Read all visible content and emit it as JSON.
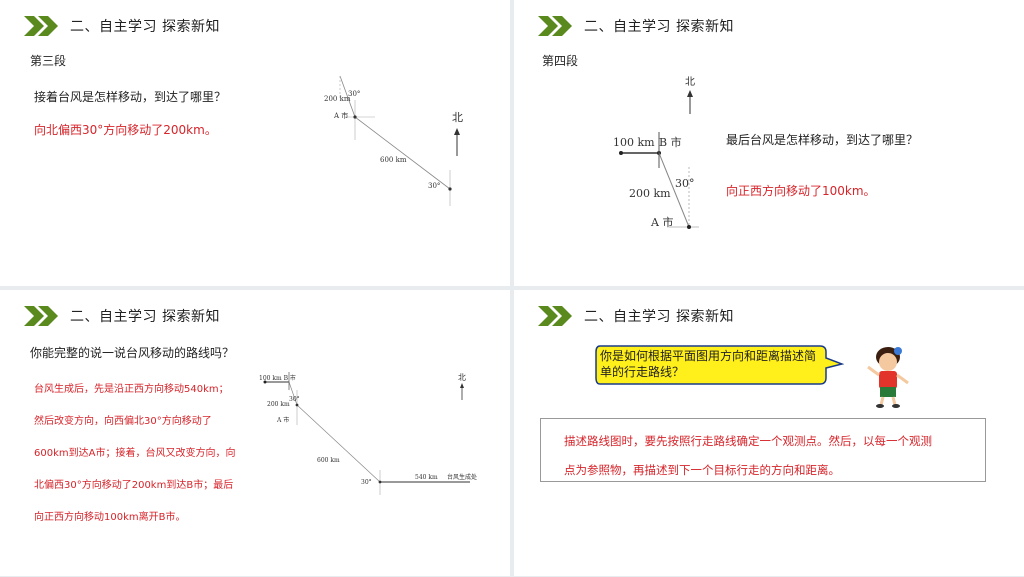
{
  "header_title": "二、自主学习 探索新知",
  "accent_green": "#5a8a1e",
  "accent_red": "#d6242a",
  "slide1": {
    "section": "第三段",
    "question": "接着台风是怎样移动，到达了哪里？",
    "answer": "向北偏西30°方向移动了200km。",
    "diagram": {
      "dist_200": "200 km",
      "angle_top": "30°",
      "city_a": "A 市",
      "dist_600": "600 km",
      "angle_bottom": "30°",
      "north": "北"
    }
  },
  "slide2": {
    "section": "第四段",
    "question": "最后台风是怎样移动，到达了哪里？",
    "answer": "向正西方向移动了100km。",
    "diagram": {
      "north": "北",
      "dist_100": "100 km",
      "city_b": "B 市",
      "angle": "30°",
      "dist_200": "200 km",
      "city_a": "A 市"
    }
  },
  "slide3": {
    "question": "你能完整的说一说台风移动的路线吗？",
    "lines": [
      "台风生成后，先是沿正西方向移动540km；",
      "然后改变方向，向西偏北30°方向移动了",
      "600km到达A市；接着，台风又改变方向，向",
      "北偏西30°方向移动了200km到达B市；最后",
      "向正西方向移动100km离开B市。"
    ],
    "diagram": {
      "dist_100_b": "100 km B 市",
      "angle_top": "30°",
      "dist_200": "200 km",
      "city_a": "A 市",
      "dist_600": "600 km",
      "angle_bottom": "30°",
      "dist_540": "540 km",
      "origin": "台风生成处",
      "north": "北"
    }
  },
  "slide4": {
    "callout": "你是如何根据平面图用方向和距离描述简单的行走路线？",
    "box_line1": "描述路线图时，要先按照行走路线确定一个观测点。然后，以每一个观测",
    "box_line2": "点为参照物，再描述到下一个目标行走的方向和距离。"
  }
}
